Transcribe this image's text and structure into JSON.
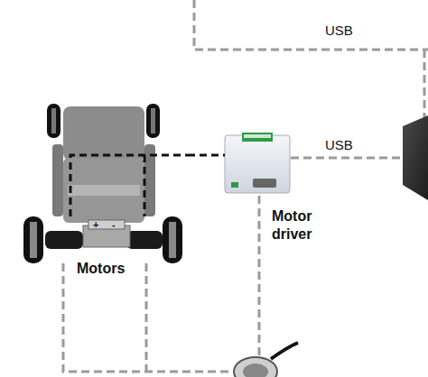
{
  "diagram": {
    "nodes": [
      {
        "text": [
          "Motors"
        ]
      },
      {
        "text": [
          "Motor driver"
        ]
      }
    ],
    "edges": [
      {
        "from": 0,
        "to": 1,
        "arrow": "none"
      }
    ],
    "labels": [
      "USB",
      "USB",
      "+",
      "-"
    ]
  }
}
